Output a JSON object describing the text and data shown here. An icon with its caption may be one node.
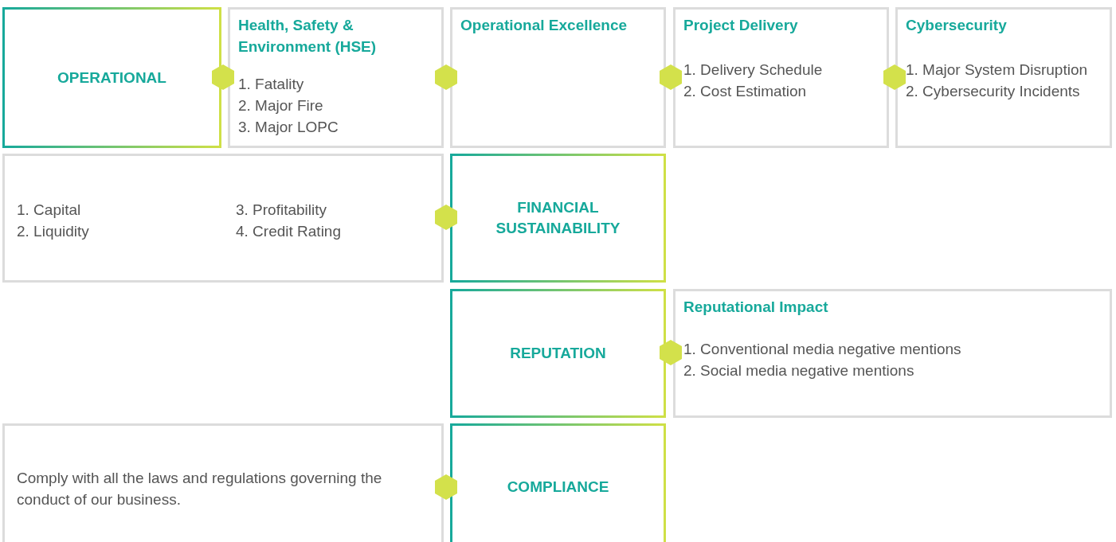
{
  "diagram": {
    "nodes": [
      {
        "text": [
          "OPERATIONAL"
        ]
      },
      {
        "text": [
          "Health, Safety & Environment (HSE)",
          "1. Fatality",
          "2. Major Fire",
          "3. Major LOPC"
        ]
      },
      {
        "text": [
          "Operational Excellence"
        ]
      },
      {
        "text": [
          "Project Delivery",
          "1. Delivery Schedule",
          "2. Cost Estimation"
        ]
      },
      {
        "text": [
          "Cybersecurity",
          "1. Major System Disruption",
          "2. Cybersecurity Incidents"
        ]
      },
      {
        "text": [
          "1. Capital",
          "2. Liquidity",
          "3. Profitability",
          "4. Credit Rating"
        ]
      },
      {
        "text": [
          "FINANCIAL SUSTAINABILITY"
        ]
      },
      {
        "text": [
          "REPUTATION"
        ]
      },
      {
        "text": [
          "Reputational Impact",
          "1. Conventional media negative mentions",
          "2. Social media negative mentions"
        ]
      },
      {
        "text": [
          "Comply with all the laws and regulations governing the conduct of our business."
        ]
      },
      {
        "text": [
          "COMPLIANCE"
        ]
      }
    ]
  }
}
